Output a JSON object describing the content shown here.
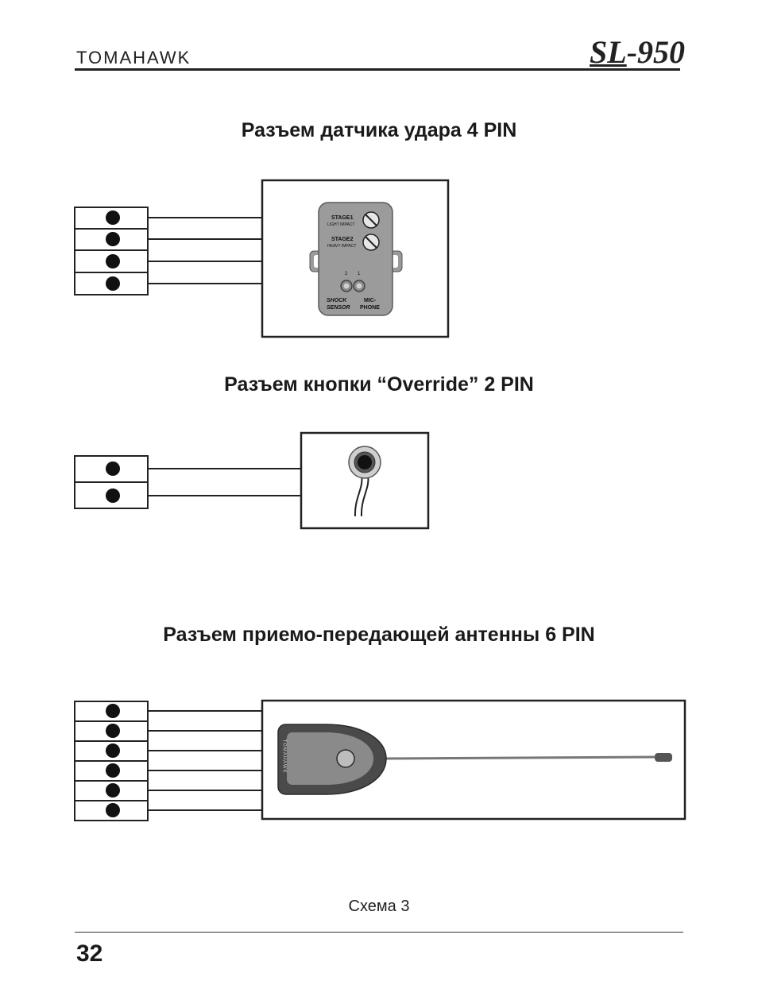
{
  "header": {
    "brand": "TOMAHAWK",
    "model_prefix": "SL",
    "model_suffix": "-950"
  },
  "sections": [
    {
      "title": "Разъем датчика удара 4 PIN",
      "pins": 4,
      "device": {
        "stage1_label": "STAGE1",
        "stage1_sub": "LIGHT IMPACT",
        "stage2_label": "STAGE2",
        "stage2_sub": "HEAVY IMPACT",
        "port_2": "2",
        "port_1": "1",
        "left_label_1": "SHOCK",
        "left_label_2": "SENSOR",
        "right_label_1": "MIC-",
        "right_label_2": "PHONE"
      }
    },
    {
      "title": "Разъем кнопки “Override” 2 PIN",
      "pins": 2
    },
    {
      "title": "Разъем приемо-передающей антенны 6 PIN",
      "pins": 6,
      "device": {
        "brand_on_device": "TOMAHAWK"
      }
    }
  ],
  "caption": "Схема 3",
  "page_number": "32"
}
